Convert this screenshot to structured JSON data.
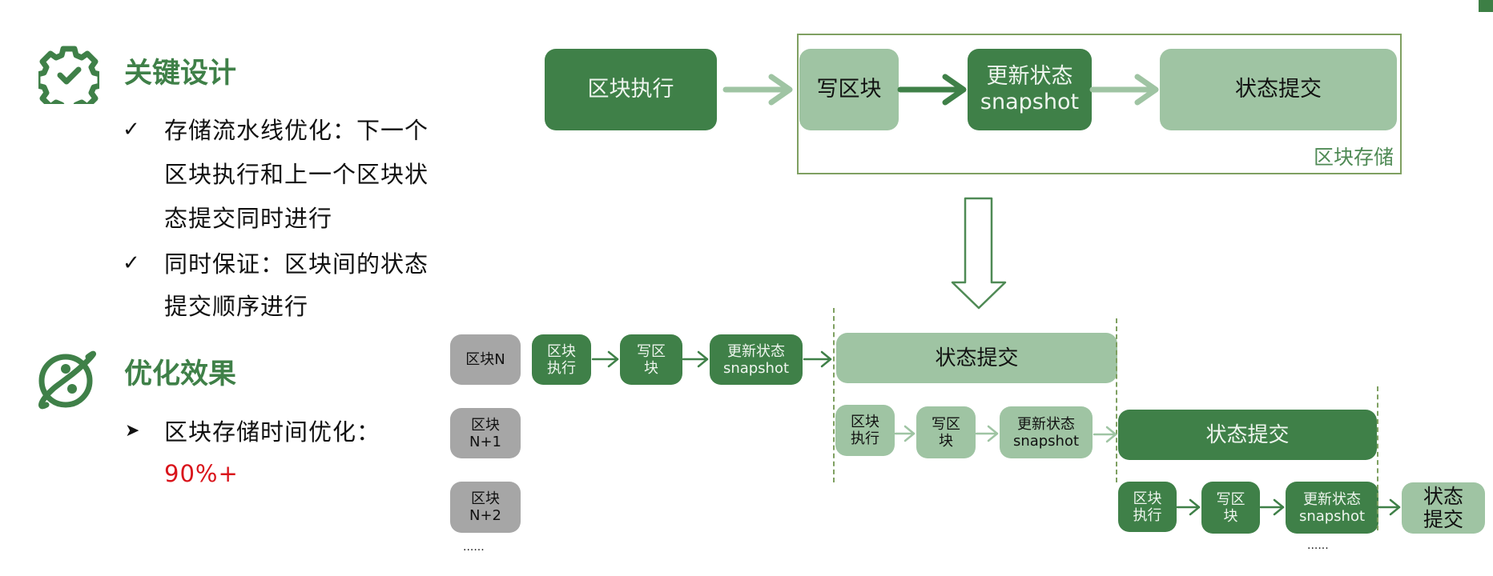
{
  "left": {
    "sections": [
      {
        "icon": "gear-check-icon",
        "title": "关键设计",
        "bullet_icon": "checkmark-icon",
        "bullet_glyph": "✓",
        "items": [
          {
            "lines": [
              "存储流水线优化：下一个",
              "区块执行和上一个区块状",
              "态提交同时进行"
            ]
          },
          {
            "lines": [
              "同时保证：区块间的状态",
              "提交顺序进行"
            ]
          }
        ]
      },
      {
        "icon": "planet-icon",
        "title": "优化效果",
        "bullet_icon": "arrowhead-icon",
        "bullet_glyph": "➤",
        "items": [
          {
            "lines": [
              "区块存储时间优化："
            ],
            "highlight": "90%+"
          }
        ]
      }
    ],
    "colors": {
      "title": "#3f8048",
      "highlight": "#d9141b"
    }
  },
  "top_flow": {
    "execute": "区块执行",
    "write": "写区块",
    "snapshot": [
      "更新状态",
      "snapshot"
    ],
    "commit": "状态提交",
    "storage_label": "区块存储"
  },
  "pipeline": {
    "blocks": [
      "区块N",
      "区块\nN+1",
      "区块\nN+2"
    ],
    "block_lines": [
      [
        "区块N"
      ],
      [
        "区块",
        "N+1"
      ],
      [
        "区块",
        "N+2"
      ]
    ],
    "execute": [
      "区块",
      "执行"
    ],
    "write": [
      "写区",
      "块"
    ],
    "snapshot": [
      "更新状态",
      "snapshot"
    ],
    "commit": "状态提交",
    "commit_small": [
      "状态",
      "提交"
    ],
    "ellipsis": "......"
  },
  "colors": {
    "dark_green": "#3f8048",
    "light_green": "#9fc4a3",
    "gray": "#a6a6a6",
    "frame": "#7fa061"
  }
}
